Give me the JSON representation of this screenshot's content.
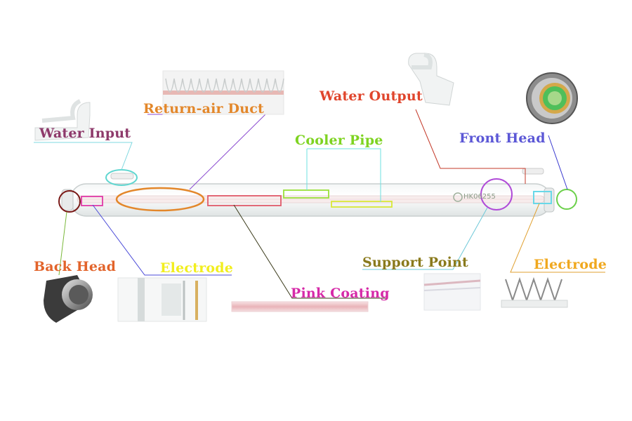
{
  "labels": {
    "return_air_duct": "Return-air Duct",
    "water_input": "Water Input",
    "water_output": "Water Output",
    "cooler_pipe": "Cooler Pipe",
    "front_head": "Front Head",
    "back_head": "Back Head",
    "electrode_left": "Electrode",
    "pink_coating": "Pink Coating",
    "support_point": "Support Point",
    "electrode_right": "Electrode"
  },
  "tube_marking": "HK06255",
  "colors": {
    "return_air_duct": "#e3872a",
    "water_input": "#8e3a6b",
    "water_output": "#e0452c",
    "cooler_pipe": "#7ed321",
    "front_head": "#5b57d6",
    "back_head": "#e2632a",
    "electrode_left": "#f2ee1e",
    "pink_coating": "#d62aa8",
    "support_point": "#8a7a1c",
    "electrode_right": "#f0a81e"
  }
}
